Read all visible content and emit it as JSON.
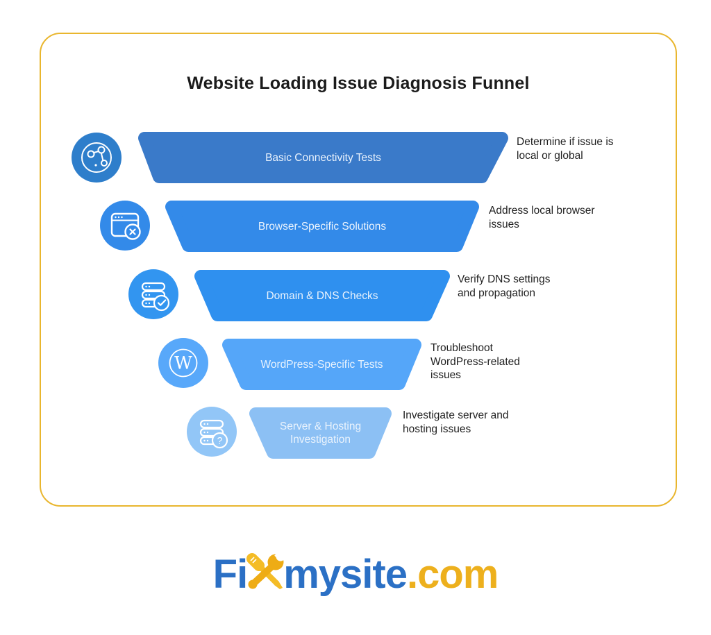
{
  "title": "Website Loading Issue Diagnosis Funnel",
  "card": {
    "border_color": "#e9b62e",
    "background": "#ffffff"
  },
  "funnel": {
    "rows": [
      {
        "label": "Basic Connectivity Tests",
        "description": "Determine if issue is\nlocal or global",
        "bar_color": "#3a7ac9",
        "icon_bg": "#2e7ecb",
        "icon": "network-globe-icon"
      },
      {
        "label": "Browser-Specific Solutions",
        "description": "Address local browser\nissues",
        "bar_color": "#338ae9",
        "icon_bg": "#338ae9",
        "icon": "browser-error-icon"
      },
      {
        "label": "Domain & DNS Checks",
        "description": "Verify DNS settings\nand propagation",
        "bar_color": "#2f90ef",
        "icon_bg": "#3295f0",
        "icon": "server-check-icon"
      },
      {
        "label": "WordPress-Specific Tests",
        "description": "Troubleshoot\nWordPress-related\nissues",
        "bar_color": "#55a6f9",
        "icon_bg": "#58a8fa",
        "icon": "wordpress-icon",
        "icon_letter": "W"
      },
      {
        "label": "Server & Hosting\nInvestigation",
        "description": "Investigate server and\nhosting issues",
        "bar_color": "#8cc0f4",
        "icon_bg": "#92c6f7",
        "icon": "server-question-icon",
        "icon_badge": "?"
      }
    ],
    "label_color": "#eaf3fd",
    "description_color": "#1f1f1f"
  },
  "logo": {
    "prefix": "Fi",
    "middle": "mysite",
    "suffix": ".com",
    "blue": "#2b70c5",
    "gold": "#edb01d",
    "icon": "crossed-tools-icon"
  }
}
